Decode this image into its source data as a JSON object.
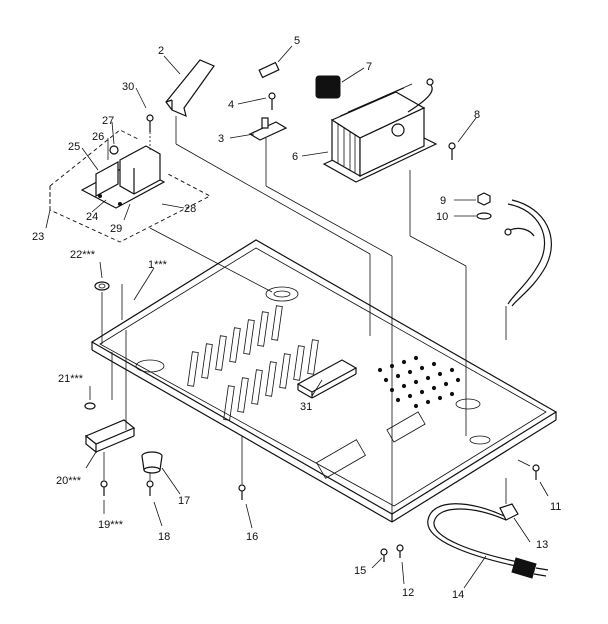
{
  "callouts": [
    {
      "id": "c1",
      "text": "1***"
    },
    {
      "id": "c2",
      "text": "2"
    },
    {
      "id": "c3",
      "text": "3"
    },
    {
      "id": "c4",
      "text": "4"
    },
    {
      "id": "c5",
      "text": "5"
    },
    {
      "id": "c6",
      "text": "6"
    },
    {
      "id": "c7",
      "text": "7"
    },
    {
      "id": "c8",
      "text": "8"
    },
    {
      "id": "c9",
      "text": "9"
    },
    {
      "id": "c10",
      "text": "10"
    },
    {
      "id": "c11",
      "text": "11"
    },
    {
      "id": "c12",
      "text": "12"
    },
    {
      "id": "c13",
      "text": "13"
    },
    {
      "id": "c14",
      "text": "14"
    },
    {
      "id": "c15",
      "text": "15"
    },
    {
      "id": "c16",
      "text": "16"
    },
    {
      "id": "c17",
      "text": "17"
    },
    {
      "id": "c18",
      "text": "18"
    },
    {
      "id": "c19",
      "text": "19***"
    },
    {
      "id": "c20",
      "text": "20***"
    },
    {
      "id": "c21",
      "text": "21***"
    },
    {
      "id": "c22",
      "text": "22***"
    },
    {
      "id": "c23",
      "text": "23"
    },
    {
      "id": "c24",
      "text": "24"
    },
    {
      "id": "c25",
      "text": "25"
    },
    {
      "id": "c26",
      "text": "26"
    },
    {
      "id": "c27",
      "text": "27"
    },
    {
      "id": "c28",
      "text": "28"
    },
    {
      "id": "c29",
      "text": "29"
    },
    {
      "id": "c30",
      "text": "30"
    },
    {
      "id": "c31",
      "text": "31"
    }
  ]
}
